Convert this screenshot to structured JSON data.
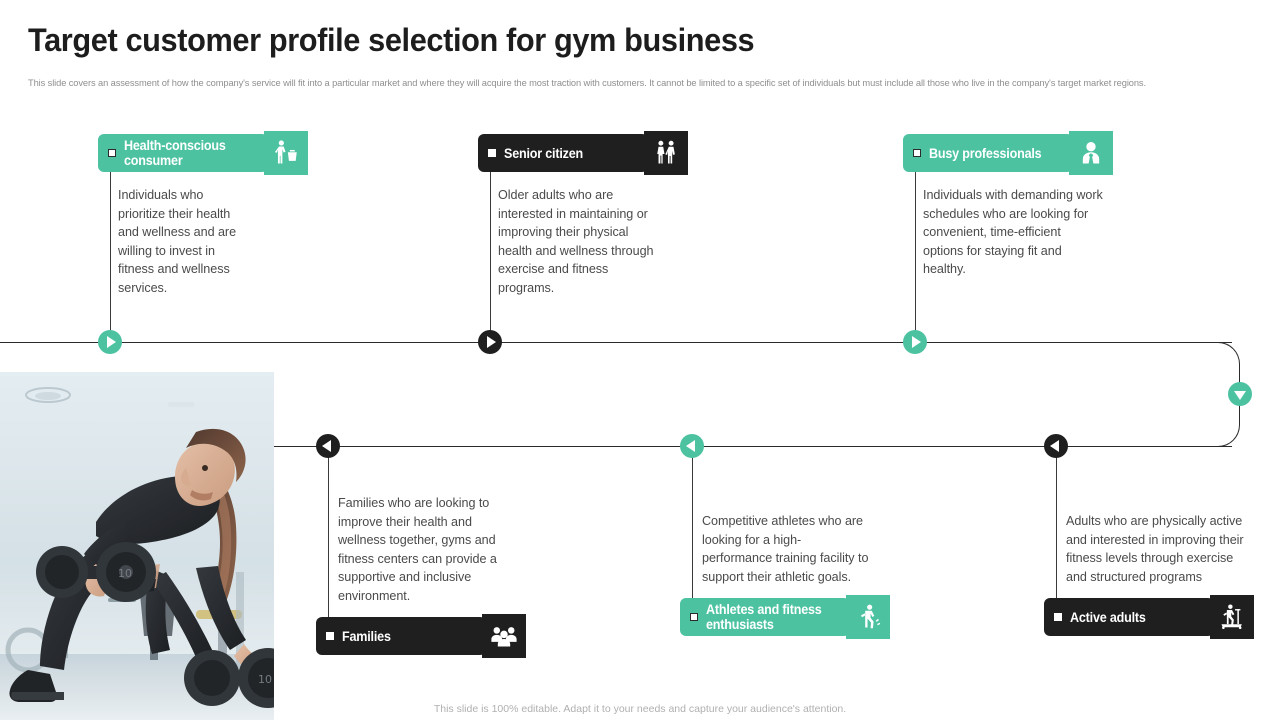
{
  "header": {
    "title": "Target customer profile selection for gym business",
    "subtitle": "This slide covers an assessment of how the company's service will fit into a particular market and where they will acquire the most traction with customers. It cannot be limited to a specific set of individuals but must include all those who live in the company's target market regions."
  },
  "footer": {
    "note": "This slide is 100% editable. Adapt it to your needs and capture your audience's attention."
  },
  "colors": {
    "accent_green": "#4cc2a1",
    "dark": "#1f1f1f",
    "body_text": "#4a4a4a",
    "title_text": "#1d1d1d",
    "subtitle_text": "#8f8f8f",
    "footer_text": "#b0b0b0",
    "line": "#2b2b2b"
  },
  "top_cards": [
    {
      "label": "Health-conscious consumer",
      "theme": "green",
      "icon": "person-with-shopping-basket-icon",
      "body": "Individuals who prioritize their health and wellness and are willing to invest in fitness and wellness services."
    },
    {
      "label": "Senior citizen",
      "theme": "dark",
      "icon": "elderly-couple-icon",
      "body": "Older adults who are interested in maintaining or improving their physical health and wellness through exercise and fitness programs."
    },
    {
      "label": "Busy professionals",
      "theme": "green",
      "icon": "businessman-icon",
      "body": "Individuals with demanding work schedules who are looking for convenient, time-efficient options for staying fit and healthy."
    }
  ],
  "bottom_cards": [
    {
      "label": "Families",
      "theme": "dark",
      "icon": "group-of-people-icon",
      "body": "Families who are looking to improve their health and wellness together, gyms and fitness centers can provide a supportive and inclusive environment."
    },
    {
      "label": "Athletes and fitness enthusiasts",
      "theme": "green",
      "icon": "athlete-running-icon",
      "body": "Competitive athletes who are looking for a high-performance training facility to support their athletic goals."
    },
    {
      "label": "Active adults",
      "theme": "dark",
      "icon": "treadmill-icon",
      "body": "Adults who are physically active and interested in improving their fitness levels through exercise and structured programs"
    }
  ],
  "markers": {
    "top": [
      {
        "name": "marker-health-conscious",
        "theme": "green",
        "direction": "right"
      },
      {
        "name": "marker-senior-citizen",
        "theme": "dark",
        "direction": "right"
      },
      {
        "name": "marker-busy-professionals",
        "theme": "green",
        "direction": "right"
      }
    ],
    "right_end": {
      "name": "marker-loop-end",
      "theme": "green",
      "direction": "down"
    },
    "bottom": [
      {
        "name": "marker-families",
        "theme": "dark",
        "direction": "left"
      },
      {
        "name": "marker-athletes",
        "theme": "green",
        "direction": "left"
      },
      {
        "name": "marker-active-adults",
        "theme": "dark",
        "direction": "left"
      }
    ]
  },
  "photo": {
    "alt": "woman-lifting-dumbbells-in-gym"
  }
}
